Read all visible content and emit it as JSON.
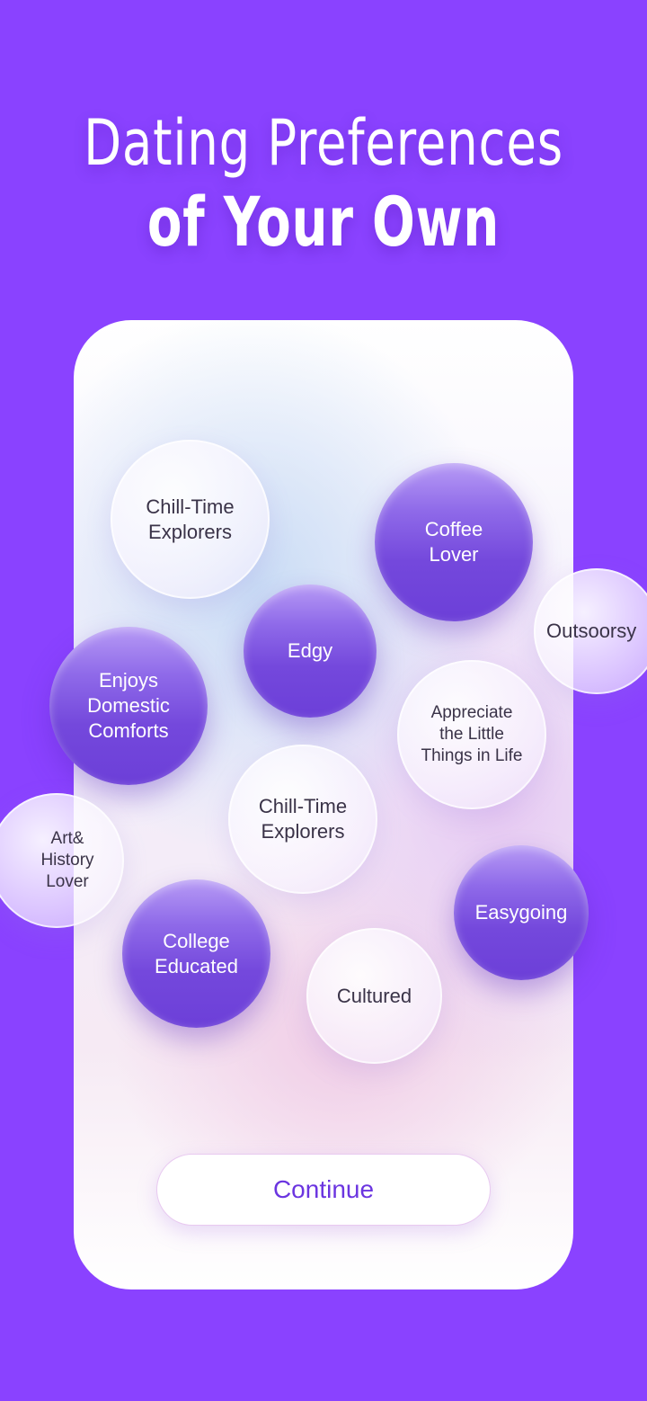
{
  "headline": {
    "line1": "Dating Preferences",
    "line2": "of Your Own"
  },
  "bubbles": [
    {
      "label": "Chill-Time\nExplorers",
      "style": "light"
    },
    {
      "label": "Coffee\nLover",
      "style": "purple"
    },
    {
      "label": "Outsoorsy",
      "style": "light"
    },
    {
      "label": "Edgy",
      "style": "purple"
    },
    {
      "label": "Enjoys\nDomestic\nComforts",
      "style": "purple"
    },
    {
      "label": "Appreciate\nthe Little\nThings in Life",
      "style": "light"
    },
    {
      "label": "Chill-Time\nExplorers",
      "style": "light"
    },
    {
      "label": "Art&\nHistory\nLover",
      "style": "light"
    },
    {
      "label": "Easygoing",
      "style": "purple"
    },
    {
      "label": "College\nEducated",
      "style": "purple"
    },
    {
      "label": "Cultured",
      "style": "light"
    }
  ],
  "continue_button": {
    "label": "Continue"
  },
  "colors": {
    "background": "#8a42ff",
    "accent": "#6b35e0",
    "bubble_purple": "#7448dc"
  }
}
